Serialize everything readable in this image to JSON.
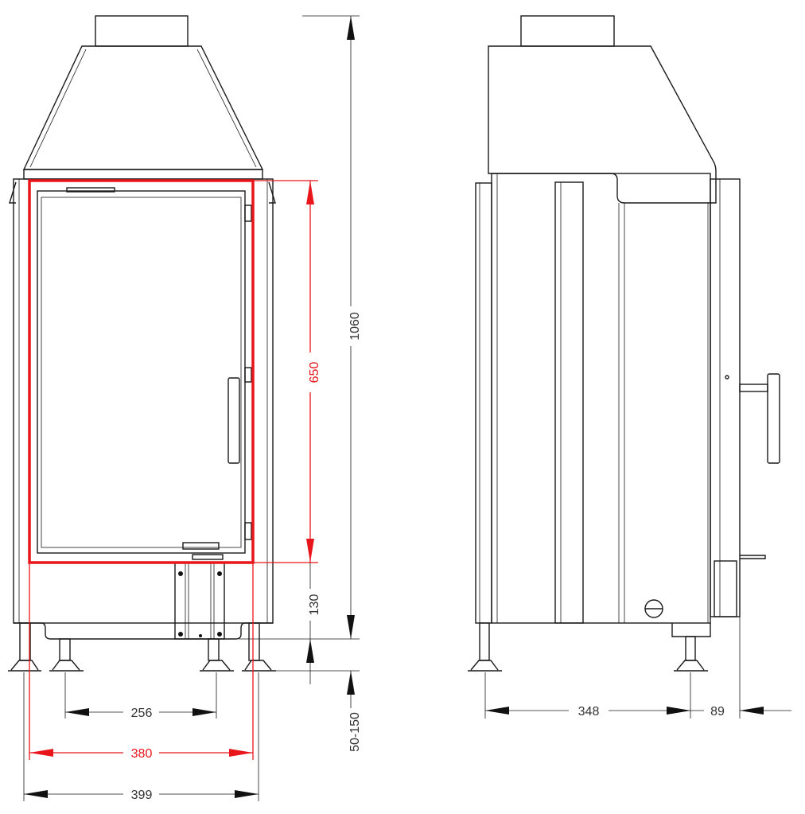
{
  "dimensions": {
    "total_height": "1060",
    "glass_height": "650",
    "base_height": "130",
    "leg_adjust": "50-150",
    "leg_spacing": "256",
    "glass_width": "380",
    "total_width": "399",
    "depth": "348",
    "door_projection": "89"
  },
  "colors": {
    "highlight": "#e8161b",
    "line": "#1a1a1a"
  }
}
